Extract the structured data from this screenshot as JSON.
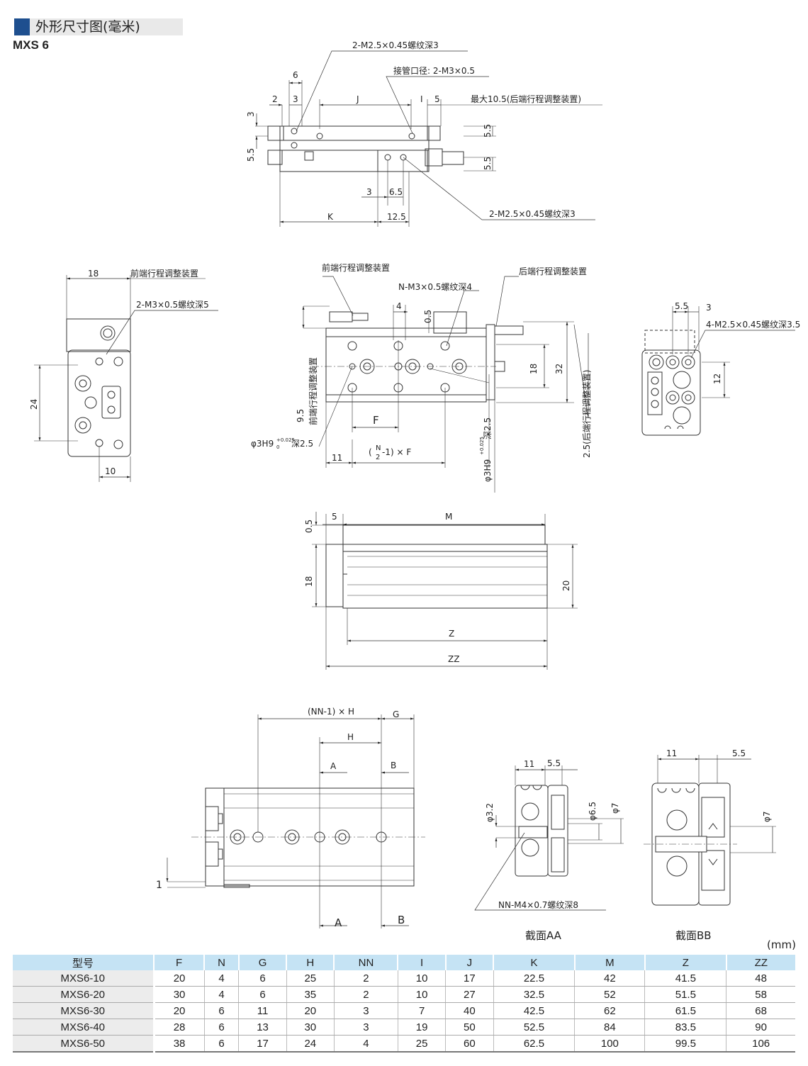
{
  "header": {
    "title": "外形尺寸图(毫米)",
    "model": "MXS 6",
    "unit": "(mm)"
  },
  "top_view": {
    "labels": {
      "thread_top": "2-M2.5×0.45螺纹深3",
      "port": "接管口径: 2-M3×0.5",
      "max_stroke": "最大10.5(后端行程调整装置)",
      "thread_bottom": "2-M2.5×0.45螺纹深3",
      "d6": "6",
      "d2": "2",
      "d3a": "3",
      "dJ": "J",
      "dI": "I",
      "d5": "5",
      "d3b": "3",
      "d55a": "5.5",
      "d55b": "5.5",
      "d55c": "5.5",
      "d3c": "3",
      "d65": "6.5",
      "dK": "K",
      "d125": "12.5"
    }
  },
  "side_view": {
    "labels": {
      "d18": "18",
      "front_adj": "前端行程调整装置",
      "thread": "2-M3×0.5螺纹深5",
      "d24": "24",
      "d10": "10"
    }
  },
  "plan_view": {
    "labels": {
      "front_adj": "前端行程调整装置",
      "n_thread": "N-M3×0.5螺纹深4",
      "rear_adj": "后端行程调整装置",
      "d4": "4",
      "d05": "0.5",
      "d18": "18",
      "d32": "32",
      "front_adj_v": "前端行程调整装置",
      "d95": "9.5",
      "dF": "F",
      "hole_left": "φ3H9",
      "hole_left_tol": "+0.025",
      "hole_left_tol0": "0",
      "hole_left_depth": "深2.5",
      "d11": "11",
      "pitch_a": "(",
      "pitch_n": "N",
      "pitch_2": "2",
      "pitch_b": "-1) × F",
      "hole_right": "φ3H9",
      "hole_right_tol": "+0.025",
      "hole_right_depth": "深2.5",
      "rear_adj_v": "2.5(后端行程调整装置)"
    }
  },
  "end_view": {
    "labels": {
      "d55": "5.5",
      "d3": "3",
      "thread": "4-M2.5×0.45螺纹深3.5",
      "d12": "12"
    }
  },
  "front_view": {
    "labels": {
      "d05": "0.5",
      "d5": "5",
      "dM": "M",
      "d18": "18",
      "d20": "20",
      "dZ": "Z",
      "dZZ": "ZZ"
    }
  },
  "bottom_view": {
    "labels": {
      "nnh": "(NN-1) × H",
      "dG": "G",
      "dH": "H",
      "dA": "A",
      "dB": "B",
      "d1": "1",
      "secA": "A",
      "secB": "B"
    }
  },
  "section_aa": {
    "labels": {
      "d11": "11",
      "d55": "5.5",
      "d32": "φ3.2",
      "d65": "φ6.5",
      "d7": "φ7",
      "thread": "NN-M4×0.7螺纹深8",
      "caption": "截面AA"
    }
  },
  "section_bb": {
    "labels": {
      "d11": "11",
      "d55": "5.5",
      "d7": "φ7",
      "caption": "截面BB"
    }
  },
  "table": {
    "columns": [
      "型号",
      "F",
      "N",
      "G",
      "H",
      "NN",
      "I",
      "J",
      "K",
      "M",
      "Z",
      "ZZ"
    ],
    "rows": [
      [
        "MXS6-10",
        "20",
        "4",
        "6",
        "25",
        "2",
        "10",
        "17",
        "22.5",
        "42",
        "41.5",
        "48"
      ],
      [
        "MXS6-20",
        "30",
        "4",
        "6",
        "35",
        "2",
        "10",
        "27",
        "32.5",
        "52",
        "51.5",
        "58"
      ],
      [
        "MXS6-30",
        "20",
        "6",
        "11",
        "20",
        "3",
        "7",
        "40",
        "42.5",
        "62",
        "61.5",
        "68"
      ],
      [
        "MXS6-40",
        "28",
        "6",
        "13",
        "30",
        "3",
        "19",
        "50",
        "52.5",
        "84",
        "83.5",
        "90"
      ],
      [
        "MXS6-50",
        "38",
        "6",
        "17",
        "24",
        "4",
        "25",
        "60",
        "62.5",
        "100",
        "99.5",
        "106"
      ]
    ]
  }
}
